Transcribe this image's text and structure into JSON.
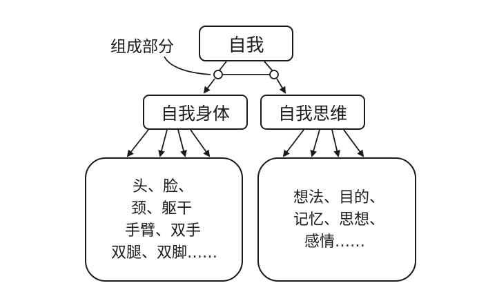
{
  "root": {
    "label": "自我"
  },
  "annotation": {
    "label": "组成部分"
  },
  "branches": [
    {
      "label": "自我身体",
      "items": [
        "头、脸、",
        "颈、躯干",
        "手臂、双手",
        "双腿、双脚……"
      ]
    },
    {
      "label": "自我思维",
      "items": [
        "想法、目的、",
        "记忆、思想、",
        "感情……"
      ]
    }
  ],
  "colors": {
    "stroke": "#1a1a1a",
    "background": "#ffffff"
  }
}
